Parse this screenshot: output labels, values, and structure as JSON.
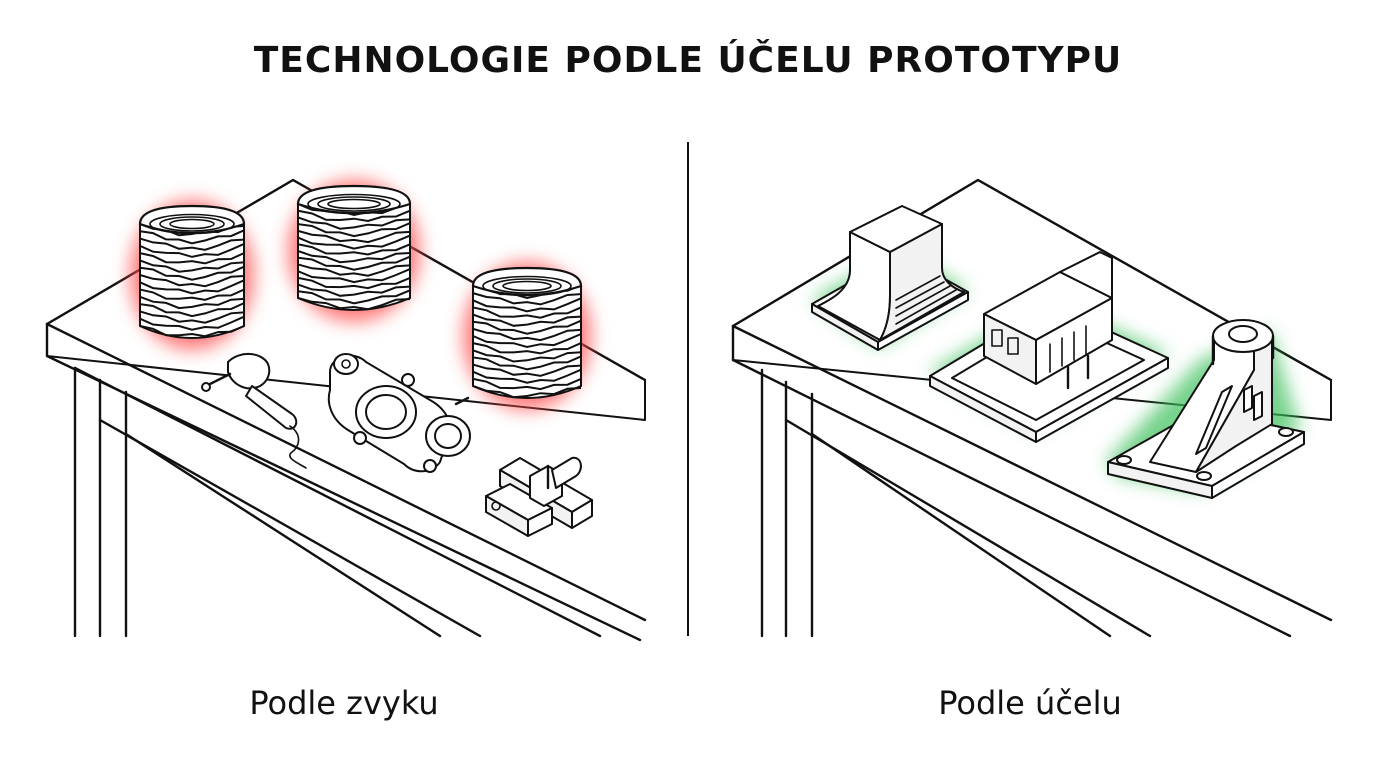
{
  "title": "TECHNOLOGIE PODLE ÚČELU PROTOTYPU",
  "panels": [
    {
      "caption": "Podle zvyku",
      "highlight_color": "#ff4d4d"
    },
    {
      "caption": "Podle účelu",
      "highlight_color": "#3bbf5a"
    }
  ],
  "colors": {
    "line": "#111111",
    "background": "#ffffff"
  }
}
